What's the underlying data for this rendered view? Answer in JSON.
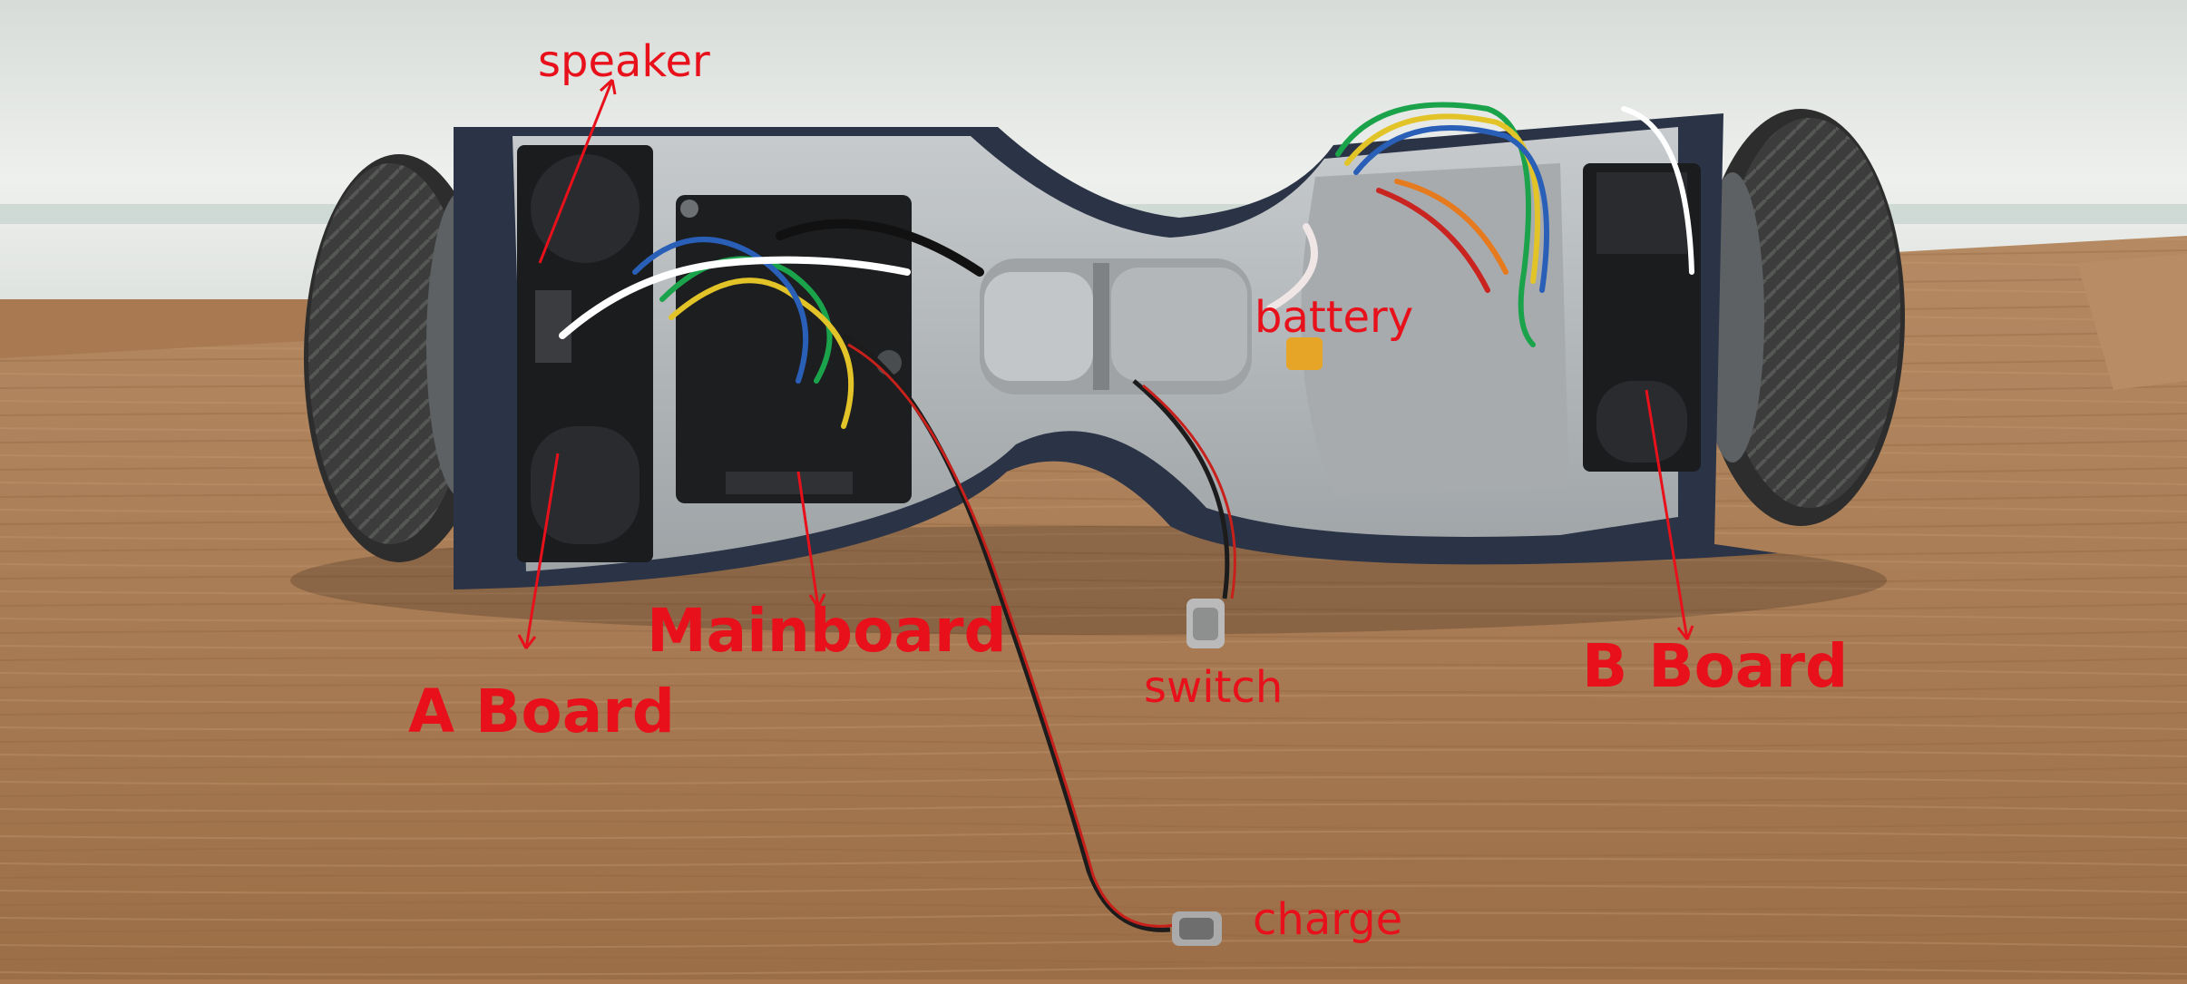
{
  "labels": {
    "speaker": "speaker",
    "battery": "battery",
    "mainboard": "Mainboard",
    "a_board": "A Board",
    "b_board": "B Board",
    "switch": "switch",
    "charge": "charge"
  },
  "colors": {
    "annotation": "#e8101a",
    "floor": "#a97a52",
    "wall": "#e4e6e2",
    "shell": "#b4b8ba",
    "tire": "#3a3b3a",
    "pcb": "#1b1c1e"
  }
}
